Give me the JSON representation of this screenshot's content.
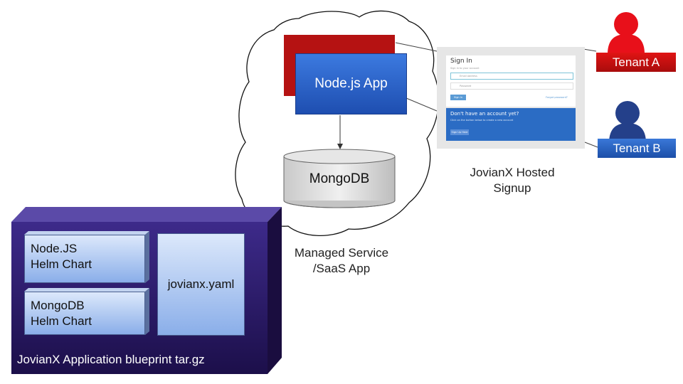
{
  "app": {
    "node_label": "Node.js App",
    "db_label": "MongoDB",
    "caption_line1": "Managed Service",
    "caption_line2": "/SaaS App"
  },
  "signup": {
    "title": "Sign In",
    "subtitle": "Sign in to your account",
    "email_placeholder": "Email Address",
    "password_placeholder": "Password",
    "signin_button": "Sign In",
    "forgot_link": "Forgot password?",
    "no_account": "Don't have an account yet?",
    "no_account_sub": "Click on the button below to create a new account",
    "signup_button": "Sign Up Here",
    "caption_line1": "JovianX Hosted",
    "caption_line2": "Signup"
  },
  "tenants": {
    "a_label": "Tenant A",
    "b_label": "Tenant B",
    "a_color": "#e8101a",
    "b_color": "#24408a"
  },
  "blueprint": {
    "node_chart_line1": "Node.JS",
    "node_chart_line2": "Helm Chart",
    "mongo_chart_line1": "MongoDB",
    "mongo_chart_line2": "Helm Chart",
    "yaml_label": "jovianx.yaml",
    "footer": "JovianX Application blueprint tar.gz"
  }
}
